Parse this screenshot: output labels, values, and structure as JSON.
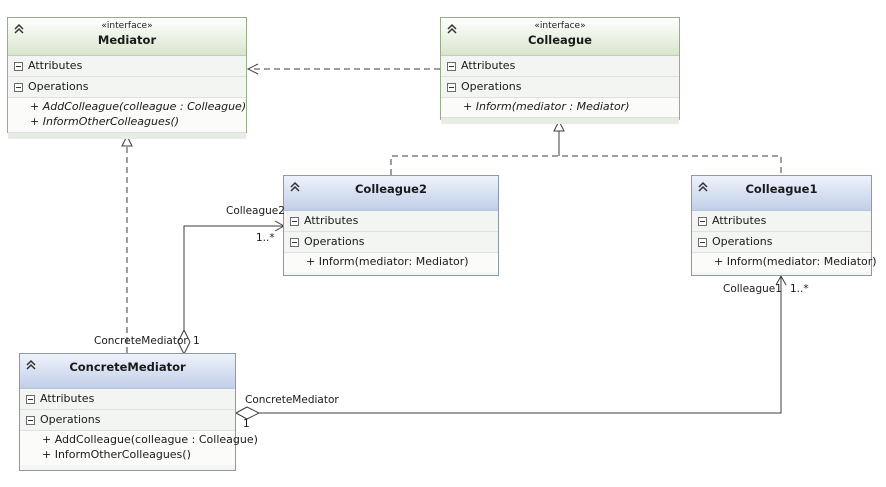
{
  "classes": {
    "mediator": {
      "stereotype": "«interface»",
      "name": "Mediator",
      "attributes_label": "Attributes",
      "operations_label": "Operations",
      "operations": [
        "+ AddColleague(colleague : Colleague)",
        "+ InformOtherColleagues()"
      ]
    },
    "colleague": {
      "stereotype": "«interface»",
      "name": "Colleague",
      "attributes_label": "Attributes",
      "operations_label": "Operations",
      "operations": [
        "+ Inform(mediator : Mediator)"
      ]
    },
    "colleague2": {
      "name": "Colleague2",
      "attributes_label": "Attributes",
      "operations_label": "Operations",
      "operations": [
        "+ Inform(mediator: Mediator)"
      ]
    },
    "colleague1": {
      "name": "Colleague1",
      "attributes_label": "Attributes",
      "operations_label": "Operations",
      "operations": [
        "+ Inform(mediator: Mediator)"
      ]
    },
    "concrete_mediator": {
      "name": "ConcreteMediator",
      "attributes_label": "Attributes",
      "operations_label": "Operations",
      "operations": [
        "+ AddColleague(colleague : Colleague)",
        "+ InformOtherColleagues()"
      ]
    }
  },
  "relations": {
    "colleague2_assoc": {
      "role_target": "Colleague2",
      "mult_target": "1..*",
      "role_source": "ConcreteMediator",
      "mult_source": "1"
    },
    "colleague1_assoc": {
      "role_target": "Colleague1",
      "mult_target": "1..*",
      "role_source": "ConcreteMediator",
      "mult_source": "1"
    }
  }
}
